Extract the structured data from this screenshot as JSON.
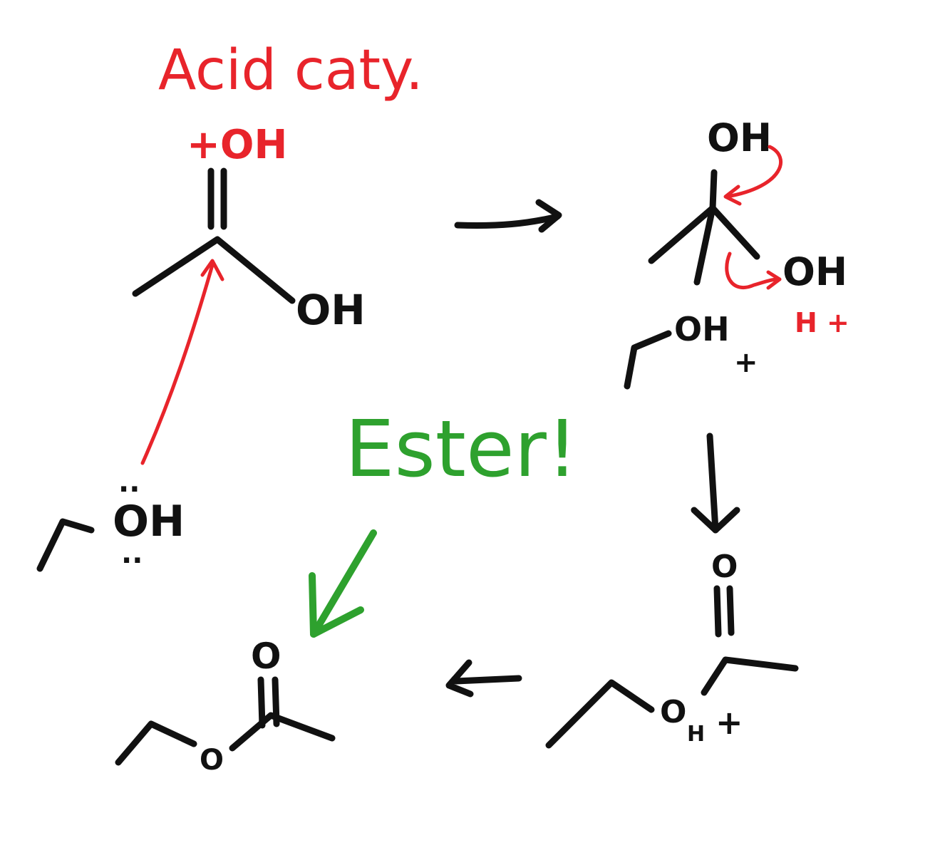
{
  "colors": {
    "ink": "#111111",
    "red": "#e8242b",
    "green": "#2ea12e"
  },
  "annotations": {
    "catalyst_note": "Acid caty.",
    "ester_note": "Ester!"
  },
  "step1": {
    "protonated_oxygen": "+OH",
    "hydroxyl": "OH"
  },
  "nucleophile": {
    "hydroxyl": "OH",
    "lone_pair_top": "..",
    "lone_pair_bottom": ".."
  },
  "step2": {
    "top_hydroxyl": "OH",
    "right_hydroxyl": "OH",
    "proton": "H +",
    "oxonium": "OH",
    "oxonium_charge": "+"
  },
  "step3": {
    "carbonyl_oxygen": "O",
    "oxonium": "O",
    "oxonium_h": "H",
    "oxonium_charge": "+"
  },
  "product": {
    "carbonyl_oxygen": "O",
    "ester_oxygen": "O"
  }
}
